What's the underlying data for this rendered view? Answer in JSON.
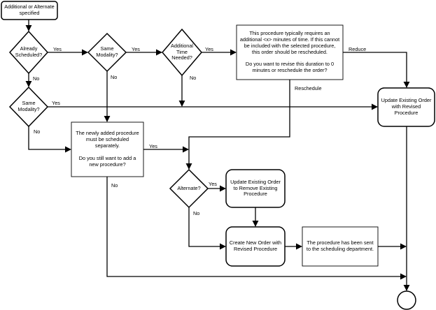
{
  "diagram": {
    "nodes": {
      "start": "Additional or Alternate\nspecified",
      "already_scheduled": "Already\nScheduled?",
      "same_modality_top": "Same\nModality?",
      "additional_time": "Additional\nTime\nNeeded?",
      "duration_message": "This procedure typically requires an\nadditional <x> minutes of time. If this cannot\nbe included with the selected procedure,\nthis order should be rescheduled.\n\nDo you want to revise this duration to 0\nminutes or reschedule the order?",
      "update_revised": "Update Existing Order\nwith Revised\nProcedure",
      "same_modality_left": "Same\nModality?",
      "separate_message": "The newly added procedure\nmust be scheduled\nseparately.\n\nDo you still want to add a\nnew procedure?",
      "alternate": "Alternate?",
      "update_remove": "Update Existing Order\nto Remove Existing\nProcedure",
      "create_new": "Create New Order with\nRevised Procedure",
      "sent_message": "The procedure has been sent\nto the scheduling department.",
      "end": ""
    },
    "edges": {
      "already_yes": "Yes",
      "already_no": "No",
      "same_top_yes": "Yes",
      "same_top_no": "No",
      "time_yes": "Yes",
      "time_no": "No",
      "reduce": "Reduce",
      "reschedule": "Reschedule",
      "same_left_yes": "Yes",
      "same_left_no": "No",
      "separate_yes": "Yes",
      "separate_no": "No",
      "alternate_yes": "Yes",
      "alternate_no": "No"
    }
  }
}
